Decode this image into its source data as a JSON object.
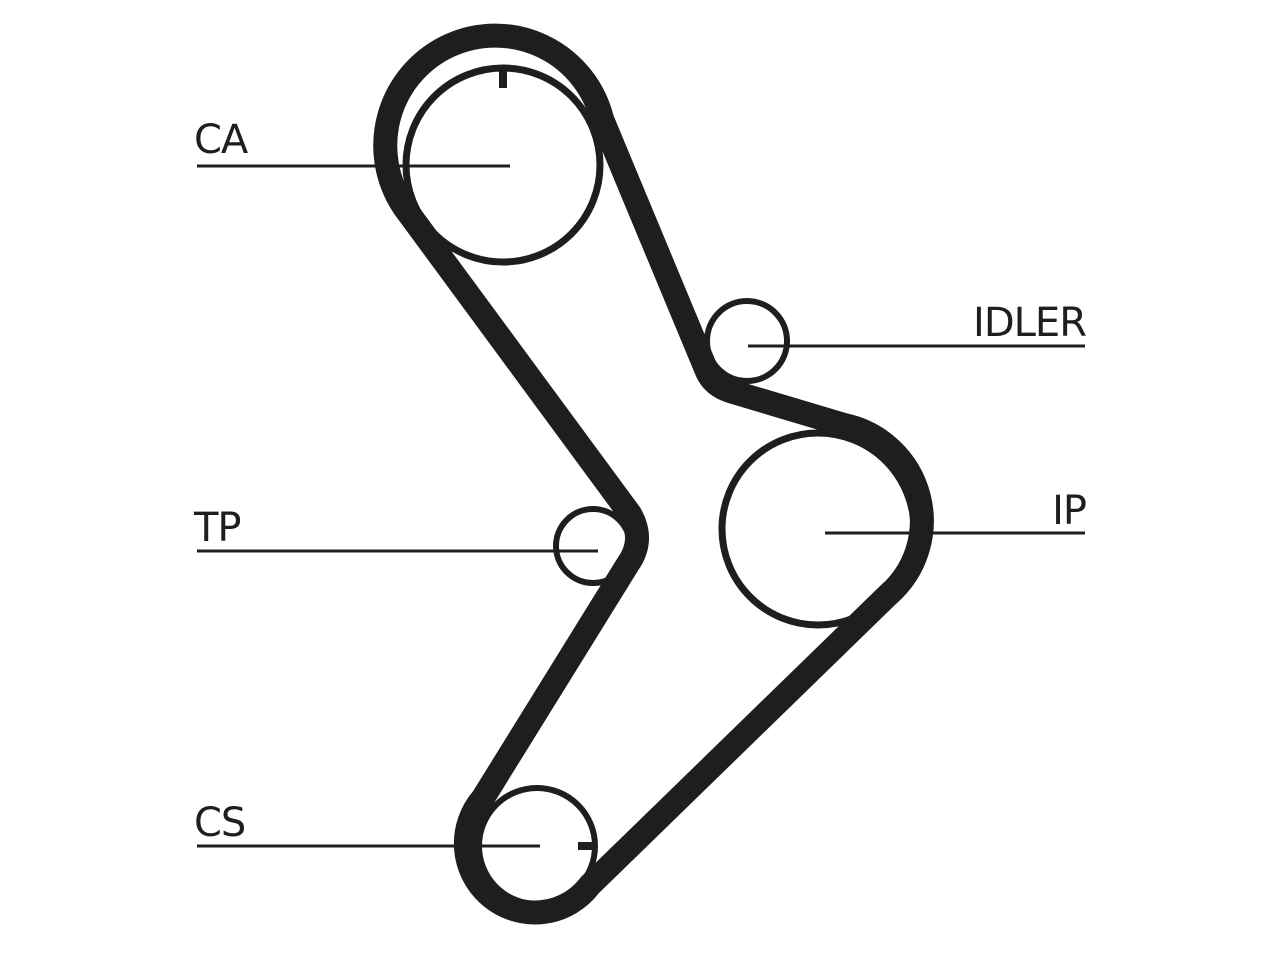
{
  "diagram": {
    "labels": {
      "ca": "CA",
      "idler": "IDLER",
      "tp": "TP",
      "ip": "IP",
      "cs": "CS"
    },
    "colors": {
      "ink": "#1e1e1e",
      "background": "#ffffff"
    }
  }
}
